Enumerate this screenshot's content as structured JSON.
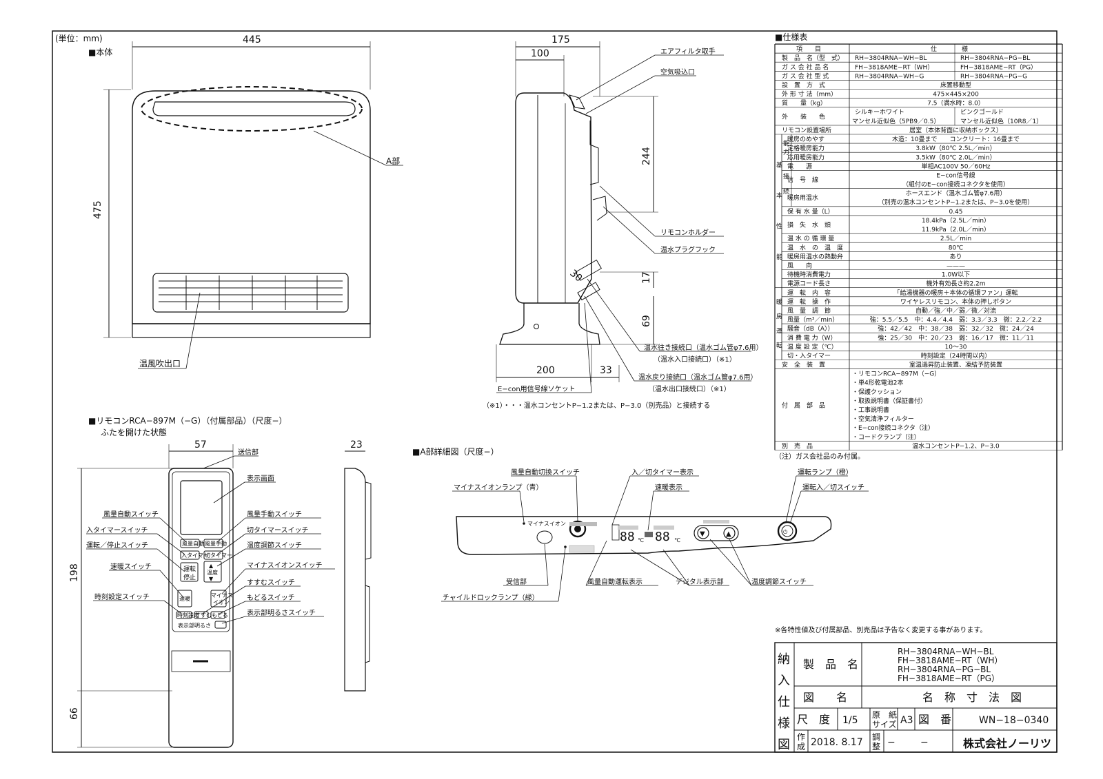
{
  "unit_label": "(単位：mm)",
  "main_unit": {
    "title": "■本体",
    "width": "445",
    "height": "475",
    "a_part": "A部",
    "outlet": "温風吹出口"
  },
  "side_view": {
    "dims": {
      "d175": "175",
      "d100": "100",
      "d244": "244",
      "d30": "30",
      "d17": "17",
      "d69": "69",
      "d200": "200",
      "d33": "33"
    },
    "labels": {
      "filter": "エアフィルタ取手",
      "intake": "空気吸込口",
      "remote_holder": "リモコンホルダー",
      "plug_hook": "温水プラグフック",
      "supply_port_1": "温水往き接続口（温水ゴム管φ7.6用）",
      "supply_port_2": "（温水入口接続口）（※1）",
      "return_port_1": "温水戻り接続口（温水ゴム管φ7.6用）",
      "return_port_2": "（温水出口接続口）（※1）",
      "econ_socket": "E−con用信号線ソケット"
    },
    "note": "（※1）・・・温水コンセントP−1.2または、P−3.0（別売品）と接続する"
  },
  "remote": {
    "title": "■リモコンRCA−897M（−G）（付属部品）（尺度−）",
    "subtitle": "ふたを開けた状態",
    "dims": {
      "w": "57",
      "t": "23",
      "h1": "198",
      "h2": "66"
    },
    "labels": {
      "send": "送信部",
      "screen": "表示画面",
      "fan_auto": "風量自動スイッチ",
      "on_timer": "入タイマースイッチ",
      "run_stop": "運転／停止スイッチ",
      "quick": "速暖スイッチ",
      "clock": "時刻設定スイッチ",
      "fan_manual": "風量手動スイッチ",
      "off_timer": "切タイマースイッチ",
      "temp": "温度調節スイッチ",
      "minus_ion": "マイナスイオンスイッチ",
      "forward": "すすむスイッチ",
      "back": "もどるスイッチ",
      "brightness": "表示部明るさスイッチ"
    },
    "buttons": {
      "b_fan_auto": "風量自動",
      "b_fan_manual": "風量手動",
      "b_on_timer": "入タイマー",
      "b_off_timer": "切タイマー",
      "b_run": "運転",
      "b_stop": "停止",
      "b_temp": "温度",
      "b_quick": "速暖",
      "b_minus": "マイナス",
      "b_ion": "イオン",
      "b_clock": "時刻設定",
      "b_forward": "すすむ",
      "b_back": "もどる",
      "b_bright": "表示部明るさ"
    }
  },
  "detail": {
    "title": "■A部詳細図（尺度−）",
    "labels": {
      "fan_switch": "風量自動切換スイッチ",
      "ion_lamp": "マイナスイオンランプ（青）",
      "timer_disp": "入／切タイマー表示",
      "quick_disp": "速暖表示",
      "run_lamp": "運転ランプ（橙）",
      "run_switch": "運転入／切スイッチ",
      "receiver": "受信部",
      "child_lock": "チャイルドロックランプ（緑）",
      "fan_auto_disp": "風量自動運転表示",
      "digital": "デジタル表示部",
      "temp_switch": "温度調節スイッチ"
    },
    "panel": {
      "minus_ion": "マイナスイオン",
      "digits1": "88",
      "digits2": "88",
      "deg": "℃"
    }
  },
  "spec": {
    "title": "■仕様表",
    "header": [
      "項　　目",
      "仕　　　　様"
    ],
    "rows": [
      {
        "label": "製　品　名（型　式）",
        "a": "RH−3804RNA−WH−BL",
        "b": "RH−3804RNA−PG−BL"
      },
      {
        "label": "ガ ス 会 社 品 名",
        "a": "FH−3818AME−RT（WH）",
        "b": "FH−3818AME−RT（PG）"
      },
      {
        "label": "ガ ス 会 社 型 式",
        "a": "RH−3804RNA−WH−G",
        "b": "RH−3804RNA−PG−G"
      },
      {
        "label": "設　置　方　式",
        "v": "床置移動型"
      },
      {
        "label": "外 形 寸 法（mm）",
        "v": "475×445×200"
      },
      {
        "label": "質　　量（kg）",
        "v": "7.5（満水時：8.0）"
      },
      {
        "label": "外　　装　　色",
        "a": "シルキーホワイト",
        "a2": "マンセル近似色（5PB9／0.5）",
        "b": "ピンクゴールド",
        "b2": "マンセル近似色（10R8／1）"
      },
      {
        "label": "リモコン設置場所",
        "v": "居室（本体背面に収納ボックス）"
      },
      {
        "label": "暖房のめやす",
        "v": "木造：10畳まで　　コンクリート：16畳まで"
      },
      {
        "label": "定格暖房能力",
        "v": "3.8kW（80℃ 2.5L／min）"
      },
      {
        "label": "応用暖房能力",
        "v": "3.5kW（80℃ 2.0L／min）"
      },
      {
        "label": "電　　源",
        "v": "単相AC100V 50／60Hz"
      },
      {
        "label": "信　号　線",
        "v": "E−con信号線",
        "v2": "（組付のE−con接続コネクタを使用）"
      },
      {
        "label": "暖房用温水",
        "v": "ホースエンド（温水ゴム管φ7.6用）",
        "v2": "（別売の温水コンセントP−1.2または、P−3.0を使用）"
      },
      {
        "label": "保 有 水 量（L）",
        "v": "0.45"
      },
      {
        "label": "損　失　水　頭",
        "v": "18.4kPa（2.5L／min）",
        "v2": "11.9kPa（2.0L／min）"
      },
      {
        "label": "温 水 の 循 環 量",
        "v": "2.5L／min"
      },
      {
        "label": "温　水　の　温　度",
        "v": "80℃"
      },
      {
        "label": "暖房用温水の熱動弁",
        "v": "あり"
      },
      {
        "label": "風　　向",
        "v": "———"
      },
      {
        "label": "待機時消費電力",
        "v": "1.0W以下"
      },
      {
        "label": "電源コード長さ",
        "v": "機外有効長さ約2.2m"
      },
      {
        "label": "運　転　内　容",
        "v": "「給湯機器の暖房＋本体の循環ファン」運転"
      },
      {
        "label": "運　転　操　作",
        "v": "ワイヤレスリモコン、本体の押しボタン"
      },
      {
        "label": "風　量　調　節",
        "v": "自動／強／中／弱／微／対流"
      },
      {
        "label": "風量（m³／min）",
        "v": "強：5.5／5.5　中：4.4／4.4　弱：3.3／3.3　微：2.2／2.2"
      },
      {
        "label": "騒音（dB（A））",
        "v": "強：42／42　中：38／38　弱：32／32　微：24／24"
      },
      {
        "label": "消 費 電 力（W）",
        "v": "強：25／30　中：20／23　弱：16／17　微：11／11"
      },
      {
        "label": "温 度 設 定（℃）",
        "v": "10〜30"
      },
      {
        "label": "切・入タイマー",
        "v": "時刻設定（24時間以内）"
      },
      {
        "label": "安　全　装　置",
        "v": "室温過昇防止装置、凍結予防装置"
      },
      {
        "label": "付　属　部　品",
        "list": [
          "・リモコンRCA−897M（−G）",
          "・単4形乾電池2本",
          "・保護クッション",
          "・取扱説明書（保証書付）",
          "・工事説明書",
          "・空気清浄フィルター",
          "・E−con接続コネクタ（注）",
          "・コードクランプ（注）"
        ]
      },
      {
        "label": "別　売　品",
        "v": "温水コンセントP−1.2、P−3.0"
      }
    ],
    "groups": {
      "basic": [
        "基",
        "本",
        "性",
        "能"
      ],
      "ability": [
        "能",
        "力"
      ],
      "connect": [
        "接",
        "続"
      ],
      "heating": [
        "暖",
        "房",
        "運",
        "転"
      ]
    },
    "note": "（注）ガス会社品のみ付属。"
  },
  "footer_note": "※各特性値及び付属部品、別売品は予告なく変更する事があります。",
  "title_block": {
    "side": [
      "納",
      "入",
      "仕",
      "様",
      "図"
    ],
    "product_label": "製　品　名",
    "products": [
      "RH−3804RNA−WH−BL",
      "FH−3818AME−RT（WH）",
      "RH−3804RNA−PG−BL",
      "FH−3818AME−RT（PG）"
    ],
    "drawing_label": "図　　名",
    "drawing_name": "名　称　寸　法　図",
    "scale_label": "尺　度",
    "scale": "1/5",
    "paper_label_1": "原　紙",
    "paper_label_2": "サイズ",
    "paper": "A3",
    "number_label": "図　番",
    "number": "WN−18−0340",
    "made_label_1": "作",
    "made_label_2": "成",
    "date": "2018. 8.17",
    "check_label_1": "調",
    "check_label_2": "整",
    "check": "−",
    "dash": "−",
    "company": "株式会社ノーリツ"
  }
}
